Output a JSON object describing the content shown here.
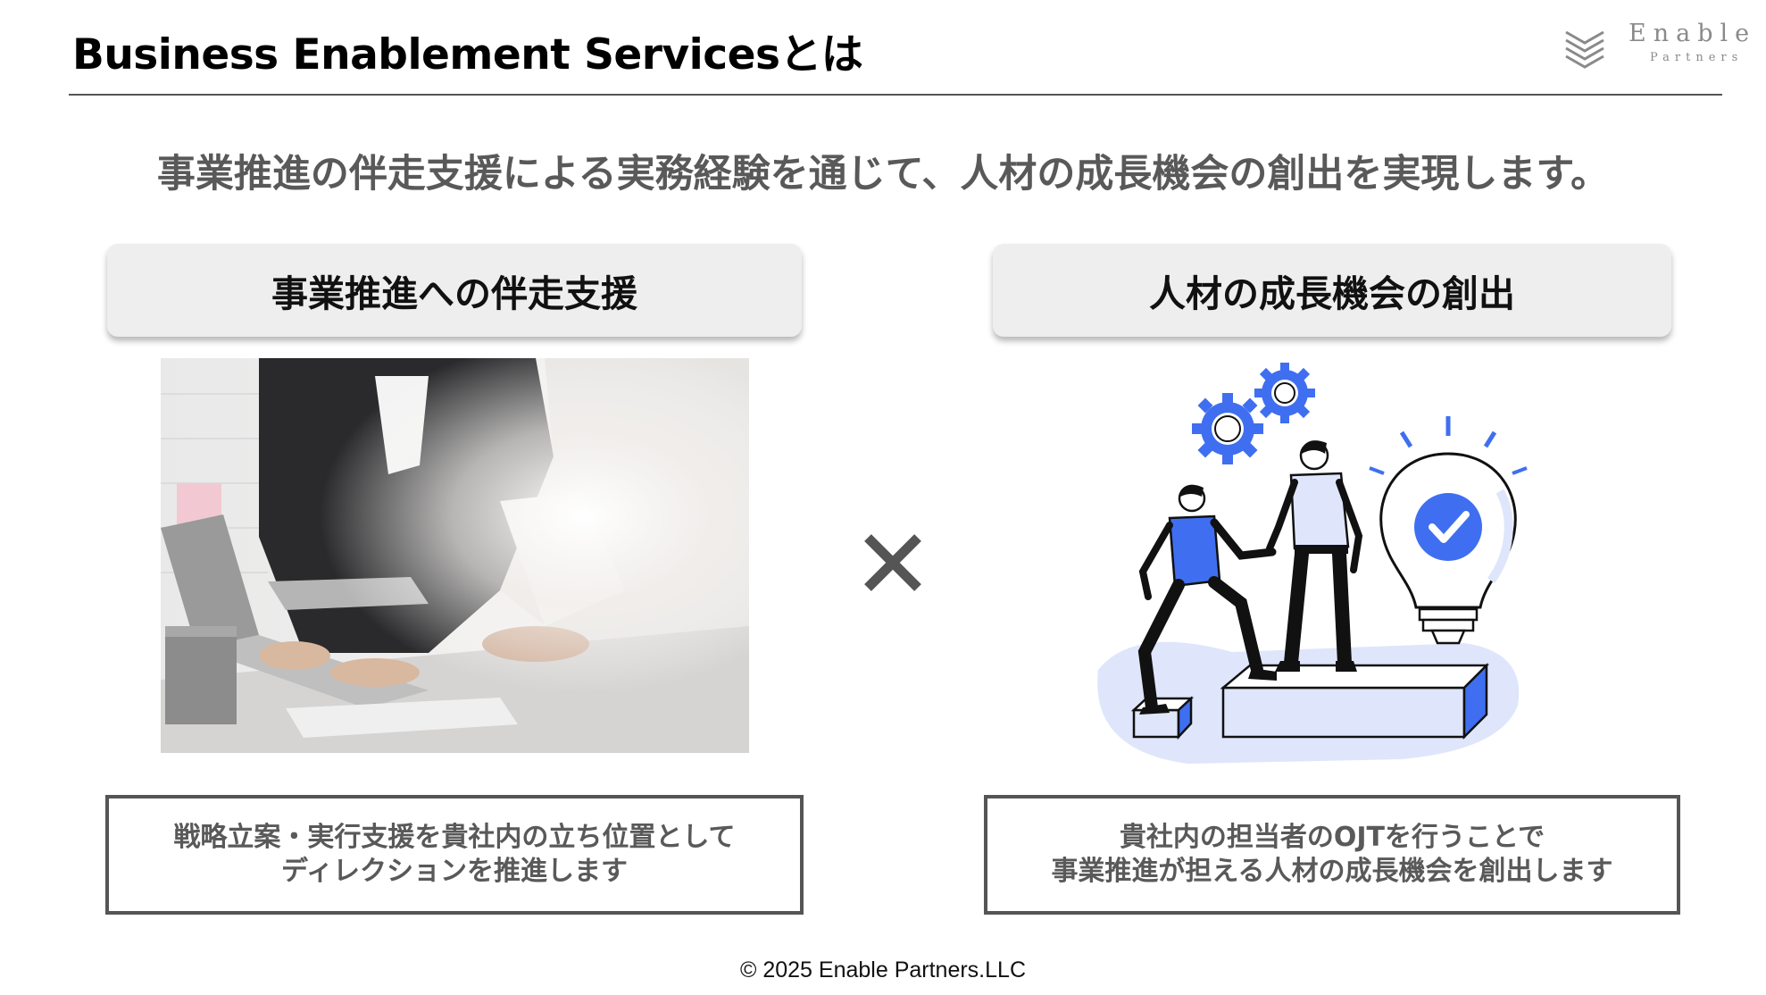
{
  "header": {
    "title": "Business Enablement Servicesとは",
    "logo_name": "Enable",
    "logo_sub": "Partners"
  },
  "subtitle": "事業推進の伴走支援による実務経験を通じて、人材の成長機会の創出を実現します。",
  "left": {
    "heading": "事業推進への伴走支援",
    "desc_line1": "戦略立案・実行支援を貴社内の立ち位置として",
    "desc_line2": "ディレクションを推進します"
  },
  "connector": "×",
  "right": {
    "heading": "人材の成長機会の創出",
    "desc_line1": "貴社内の担当者のOJTを行うことで",
    "desc_line2": "事業推進が担える人材の成長機会を創出します"
  },
  "footer": "© 2025 Enable Partners.LLC",
  "colors": {
    "accent_blue": "#3f6ff0",
    "light_blue": "#dfe6fb",
    "text_gray": "#595959"
  }
}
